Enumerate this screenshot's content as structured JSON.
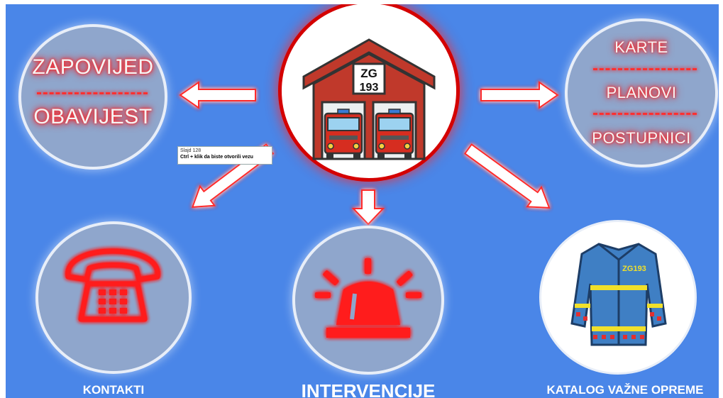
{
  "slide": {
    "background_color": "#4a86e8",
    "center_station": {
      "sign_line1": "ZG",
      "sign_line2": "193",
      "icon": "fire-station-icon"
    },
    "top_left_node": {
      "line1": "ZAPOVIJED",
      "line2": "OBAVIJEST"
    },
    "top_right_node": {
      "line1": "KARTE",
      "line2": "PLANOVI",
      "line3": "POSTUPNICI"
    },
    "bottom_left_node": {
      "icon": "telephone-icon",
      "label": "KONTAKTI"
    },
    "bottom_center_node": {
      "icon": "siren-light-icon",
      "label": "INTERVENCIJE"
    },
    "bottom_right_node": {
      "icon": "firefighter-jacket-icon",
      "jacket_text": "ZG193",
      "label": "KATALOG VAŽNE OPREME"
    }
  },
  "tooltip": {
    "title": "Slajd 128",
    "hint": "Ctrl + klik da biste otvorili vezu"
  },
  "colors": {
    "accent_red": "#d40000",
    "glow_red": "#ff2020",
    "node_gray": "#8fa6cc",
    "white": "#ffffff"
  }
}
